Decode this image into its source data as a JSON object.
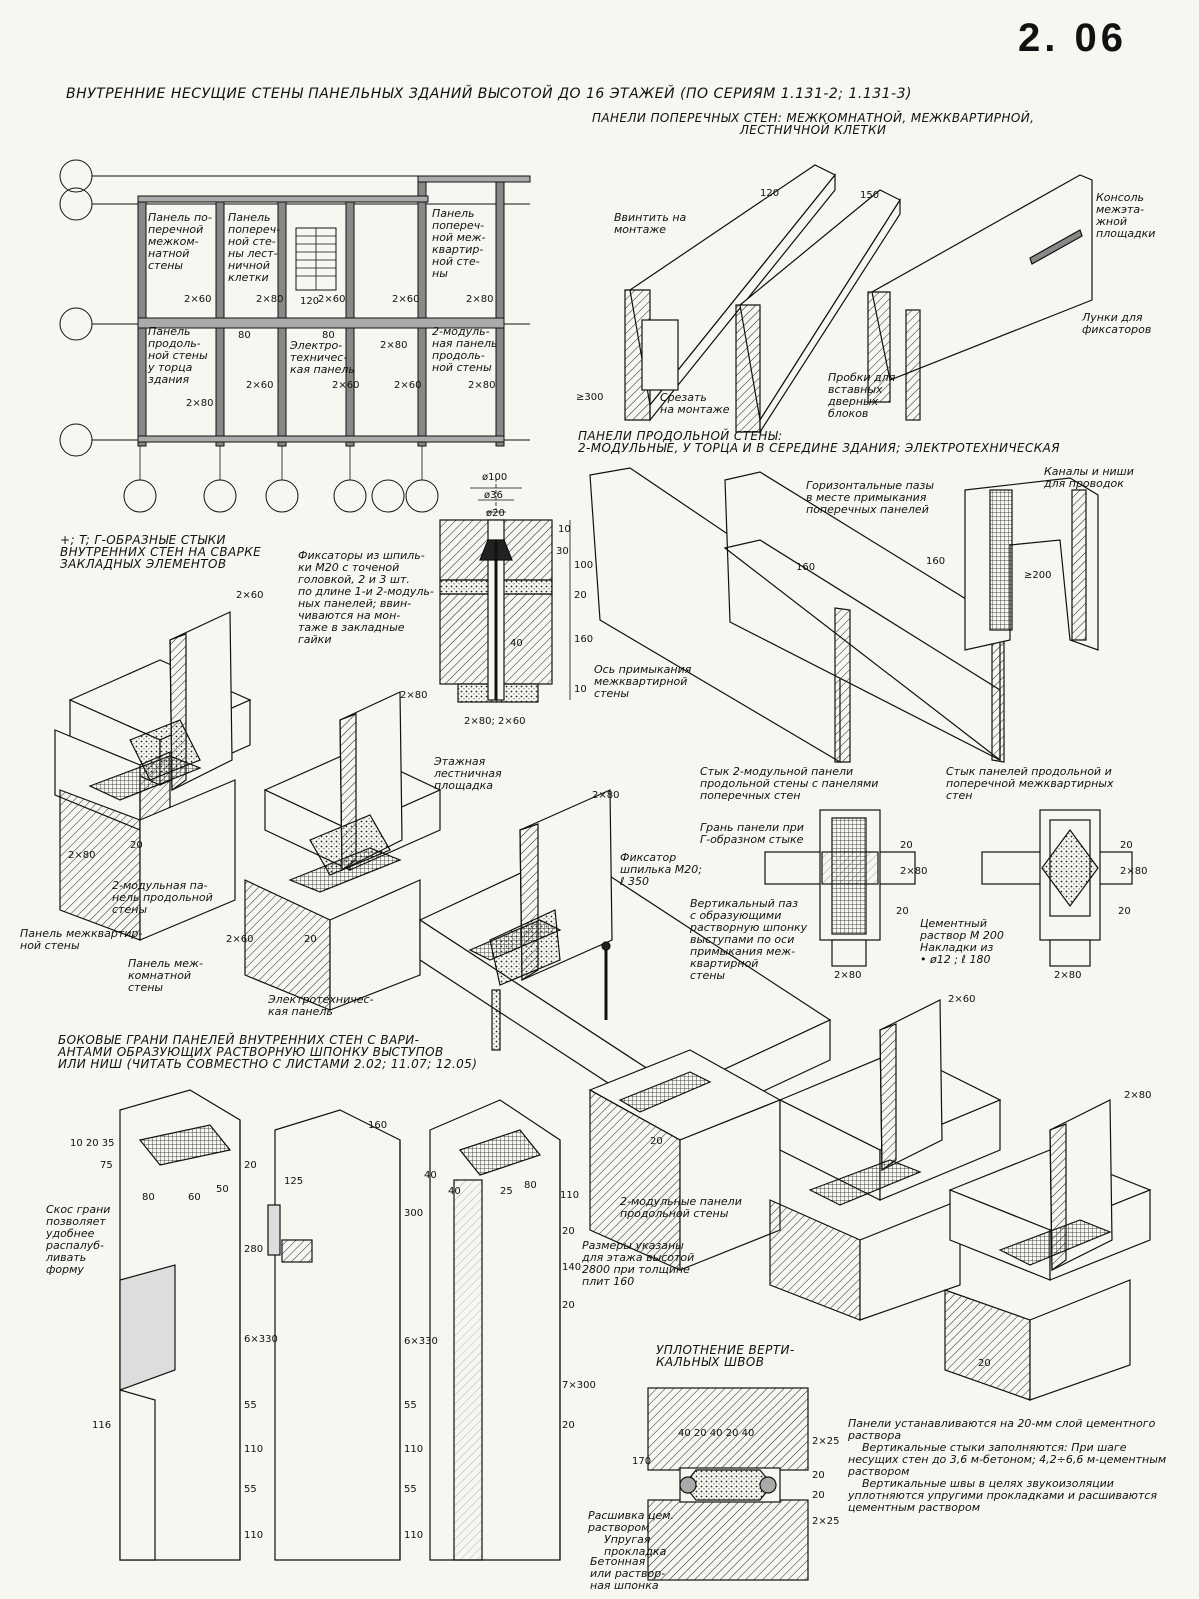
{
  "sheet": {
    "number": "2. 06",
    "title": "ВНУТРЕННИЕ НЕСУЩИЕ СТЕНЫ ПАНЕЛЬНЫХ ЗДАНИЙ ВЫСОТОЙ ДО 16 ЭТАЖЕЙ (ПО СЕРИЯМ 1.131-2; 1.131-3)"
  },
  "plan": {
    "labels": [
      "Панель по-\nперечной\nмежком-\nнатной\nстены",
      "Панель\nпопереч-\nной сте-\nны лест-\nничной\nклетки",
      "Панель\nпопереч-\nной меж-\nквартир-\nной сте-\nны",
      "Панель\nпродоль-\nной стены\nу торца\nздания",
      "Электро-\nтехничес-\nкая панель",
      "2-модуль-\nная панель\nпродоль-\nной стены"
    ],
    "dims": [
      "2×60",
      "2×80",
      "120",
      "2×60",
      "2×60",
      "2×80",
      "80",
      "80",
      "2×80",
      "2×60",
      "2×60",
      "2×60",
      "2×80",
      "2×80"
    ]
  },
  "transverse": {
    "header": "ПАНЕЛИ ПОПЕРЕЧНЫХ СТЕН: МЕЖКОМНАТНОЙ, МЕЖКВАРТИРНОЙ,\nЛЕСТНИЧНОЙ КЛЕТКИ",
    "labels": [
      "Ввинтить на\nмонтаже",
      "Консоль\nмежэтa-\nжной\nплощадки",
      "Лунки для\nфиксаторов",
      "Пробки для\nвставных\nдверных\nблоков",
      "Срезать\nна монтаже",
      "≥300",
      "120",
      "150"
    ]
  },
  "longitudinal": {
    "header": "ПАНЕЛИ ПРОДОЛЬНОЙ СТЕНЫ:\n2-МОДУЛЬНЫЕ, У ТОРЦА И В СЕРЕДИНЕ ЗДАНИЯ;     ЭЛЕКТРОТЕХНИЧЕСКАЯ",
    "labels": [
      "Горизонтальные пазы\nв месте примыкания\nпоперечных панелей",
      "Каналы и ниши\nдля проводок",
      "Ось примыкания\nмежквартирной\nстены",
      "160",
      "160",
      "≥200"
    ]
  },
  "joints": {
    "header": "+; T; Г-ОБРАЗНЫЕ СТЫКИ\nВНУТРЕННИХ СТЕН НА СВАРКЕ\nЗАКЛАДНЫХ ЭЛЕМЕНТОВ",
    "labels": [
      "Фиксаторы из шпиль-\nки М20 с точеной\nголовкой, 2 и 3 шт.\nпо длине 1-и 2-модуль-\nных панелей; ввин-\nчиваются на мон-\nтаже в закладные\nгайки",
      "Этажная\nлестничная\nплощадка",
      "2-модульная па-\nнель продольной\nстены",
      "Панель межквартир-\nной стены",
      "Панель меж-\nкомнатной\nстены",
      "Электротехничес-\nкая панель",
      "Фиксатор\nшпилька М20;\nℓ 350",
      "Вертикальный паз\nс образующими\nрастворную шпонку\nвыступами по оси\nпримыкания меж-\nквартирной\nстены",
      "2-модульные панели\nпродольной стены",
      "Размеры указаны\nдля этажа высотой\n2800 при толщине\nплит 160"
    ],
    "dims": [
      "2×60",
      "2×80",
      "2×80",
      "2×60",
      "2×80",
      "2×60",
      "2×80",
      "20",
      "20",
      "20",
      "20"
    ]
  },
  "fixator": {
    "dims": [
      "ø100",
      "ø36",
      "ø20",
      "10",
      "30",
      "100",
      "20",
      "160",
      "10",
      "40",
      "2×80; 2×60"
    ]
  },
  "plan_joints": {
    "labels": [
      "Стык 2-модульной панели\nпродольной стены с панелями\nпоперечных стен",
      "Стык панелей продольной и\nпоперечной межквартирных\nстен",
      "Грань панели при\nГ-образном стыке",
      "Цементный\nраствор М 200\nНакладки из\n• ø12 ; ℓ 180"
    ],
    "dims": [
      "20",
      "2×80",
      "20",
      "2×80",
      "20",
      "2×80",
      "20",
      "2×80"
    ]
  },
  "side_faces": {
    "header": "БОКОВЫЕ ГРАНИ ПАНЕЛЕЙ ВНУТРЕННИХ СТЕН С ВАРИ-\nАНТАМИ ОБРАЗУЮЩИХ РАСТВОРНУЮ ШПОНКУ ВЫСТУПОВ\nИЛИ НИШ (ЧИТАТЬ СОВМЕСТНО С ЛИСТАМИ 2.02; 11.07; 12.05)",
    "labels": [
      "Скос грани\nпозволяет\nудобнее\nраспалуб-\nливать\nформу"
    ],
    "dims": [
      "10 20 35",
      "75",
      "80",
      "60",
      "50",
      "20",
      "280",
      "116",
      "6×330",
      "55",
      "110",
      "55",
      "110",
      "160",
      "125",
      "300",
      "6×330",
      "55",
      "110",
      "55",
      "110",
      "40",
      "40",
      "25",
      "80",
      "110",
      "20",
      "140",
      "20",
      "7×300",
      "20"
    ]
  },
  "seal": {
    "header": "УПЛОТНЕНИЕ ВЕРТИ-\nКАЛЬНЫХ ШВОВ",
    "labels": [
      "Расшивка цем.\nраствором",
      "Упругая\nпрокладка",
      "Бетонная\nили раствор-\nная шпонка"
    ],
    "dims": [
      "40 20 40 20 40",
      "2×25",
      "20",
      "20",
      "2×25",
      "170"
    ]
  },
  "notes": [
    "Панели устанавливаются на 20-мм слой цементного раствора",
    "Вертикальные стыки заполняются: При шаге несущих стен до 3,6 м-бетоном; 4,2÷6,6 м-цементным раствором",
    "Вертикальные швы в целях звукоизоляции уплотняются упругими прокладками и расшиваются цементным раствором"
  ]
}
